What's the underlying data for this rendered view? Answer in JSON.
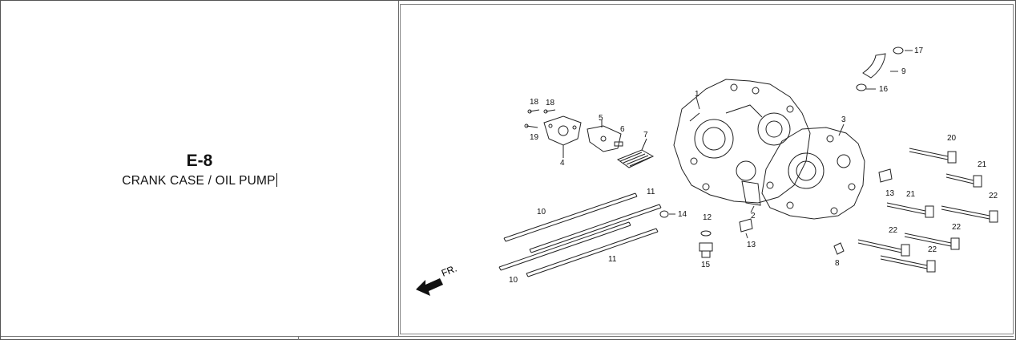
{
  "section": {
    "code": "E-8",
    "title": "CRANK CASE / OIL PUMP"
  },
  "diagram": {
    "direction_label": "FR.",
    "callouts": [
      {
        "id": "c1",
        "text": "1"
      },
      {
        "id": "c2",
        "text": "2"
      },
      {
        "id": "c3",
        "text": "3"
      },
      {
        "id": "c4",
        "text": "4"
      },
      {
        "id": "c5",
        "text": "5"
      },
      {
        "id": "c6",
        "text": "6"
      },
      {
        "id": "c7",
        "text": "7"
      },
      {
        "id": "c8",
        "text": "8"
      },
      {
        "id": "c9",
        "text": "9"
      },
      {
        "id": "c10a",
        "text": "10"
      },
      {
        "id": "c10b",
        "text": "10"
      },
      {
        "id": "c11a",
        "text": "11"
      },
      {
        "id": "c11b",
        "text": "11"
      },
      {
        "id": "c12",
        "text": "12"
      },
      {
        "id": "c13a",
        "text": "13"
      },
      {
        "id": "c13b",
        "text": "13"
      },
      {
        "id": "c14",
        "text": "14"
      },
      {
        "id": "c15",
        "text": "15"
      },
      {
        "id": "c16",
        "text": "16"
      },
      {
        "id": "c17",
        "text": "17"
      },
      {
        "id": "c18a",
        "text": "18"
      },
      {
        "id": "c18b",
        "text": "18"
      },
      {
        "id": "c19",
        "text": "19"
      },
      {
        "id": "c20",
        "text": "20"
      },
      {
        "id": "c21a",
        "text": "21"
      },
      {
        "id": "c21b",
        "text": "21"
      },
      {
        "id": "c22a",
        "text": "22"
      },
      {
        "id": "c22b",
        "text": "22"
      },
      {
        "id": "c22c",
        "text": "22"
      },
      {
        "id": "c22d",
        "text": "22"
      }
    ]
  }
}
